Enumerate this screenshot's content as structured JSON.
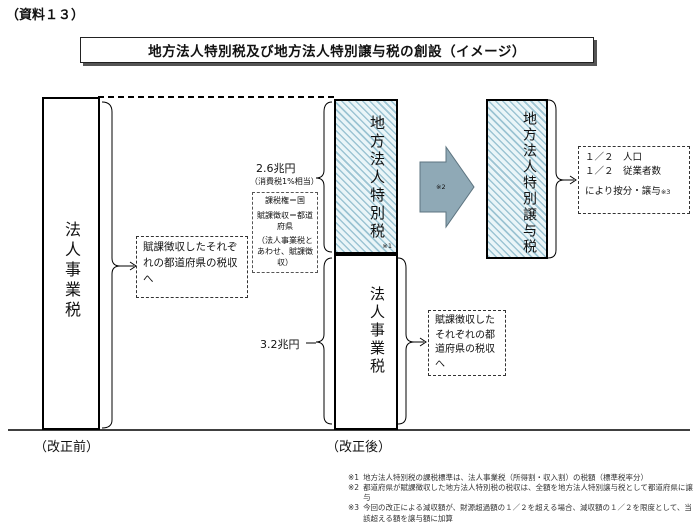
{
  "doc_label": "（資料１３）",
  "title": "地方法人特別税及び地方法人特別譲与税の創設（イメージ）",
  "before": {
    "bar_label": "法人事業税",
    "box_text": "賦課徴収したそれぞれの都道府県の税収へ",
    "caption": "（改正前）"
  },
  "after": {
    "top_bar_label": "地方法人特別税",
    "top_bar_ref": "※1",
    "amount_special": "2.6兆円",
    "amount_special_note": "（消費税1%相当）",
    "side_note_1": "課税権＝国",
    "side_note_2": "賦課徴収＝都道府県",
    "side_note_3": "（法人事業税とあわせ、賦課徴収）",
    "bottom_bar_label": "法人事業税",
    "amount_business": "3.2兆円",
    "box_text": "賦課徴収したそれぞれの都道府県の税収へ",
    "caption": "（改正後）"
  },
  "arrow_ref": "※2",
  "transfer": {
    "bar_label": "地方法人特別譲与税",
    "allocation_line_1": "１／２　人口",
    "allocation_line_2": "１／２　従業者数",
    "allocation_line_3": "により按分・譲与",
    "allocation_ref": "※3"
  },
  "notes": [
    {
      "mark": "※1",
      "text": "地方法人特別税の課税標準は、法人事業税（所得割・収入割）の税額（標準税率分）"
    },
    {
      "mark": "※2",
      "text": "都道府県が賦課徴収した地方法人特別税の税収は、全額を地方法人特別譲与税として都道府県に譲与"
    },
    {
      "mark": "※3",
      "text": "今回の改正による減収額が、財源超過額の１／２を超える場合、減収額の１／２を限度として、当該超える額を譲与額に加算"
    }
  ],
  "colors": {
    "hatch": "#9cc4d3",
    "hatch_bg": "#eaf5f8",
    "arrow": "#8fa9b6"
  }
}
